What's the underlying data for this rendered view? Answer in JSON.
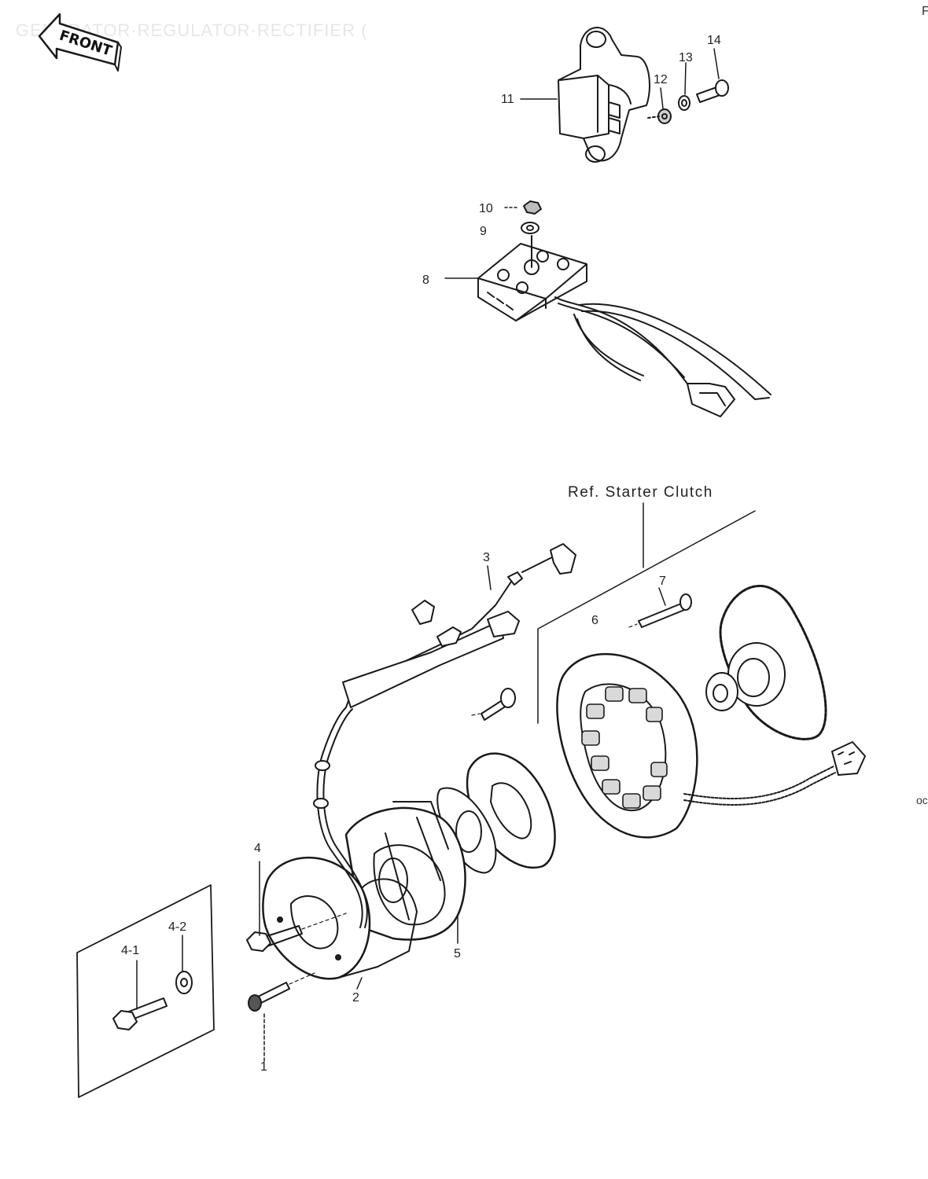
{
  "header": {
    "faint_title": "GENERATOR·REGULATOR·RECTIFIER ("
  },
  "front_arrow": {
    "label": "FRONT"
  },
  "edge_marks": {
    "top_right": "F",
    "right": "oc"
  },
  "reference_note": "Ref. Starter Clutch",
  "callouts": {
    "c1": "1",
    "c2": "2",
    "c3": "3",
    "c4": "4",
    "c4_1": "4-1",
    "c4_2": "4-2",
    "c5": "5",
    "c6": "6",
    "c7": "7",
    "c8": "8",
    "c9": "9",
    "c10": "10",
    "c11": "11",
    "c12": "12",
    "c13": "13",
    "c14": "14"
  },
  "parts": [
    {
      "id": "regulator",
      "icon": "regulator-icon"
    },
    {
      "id": "rectifier",
      "icon": "rectifier-icon"
    },
    {
      "id": "rotor",
      "icon": "rotor-icon"
    },
    {
      "id": "stator",
      "icon": "stator-icon"
    },
    {
      "id": "starter-clutch-gear",
      "icon": "gear-icon"
    }
  ]
}
